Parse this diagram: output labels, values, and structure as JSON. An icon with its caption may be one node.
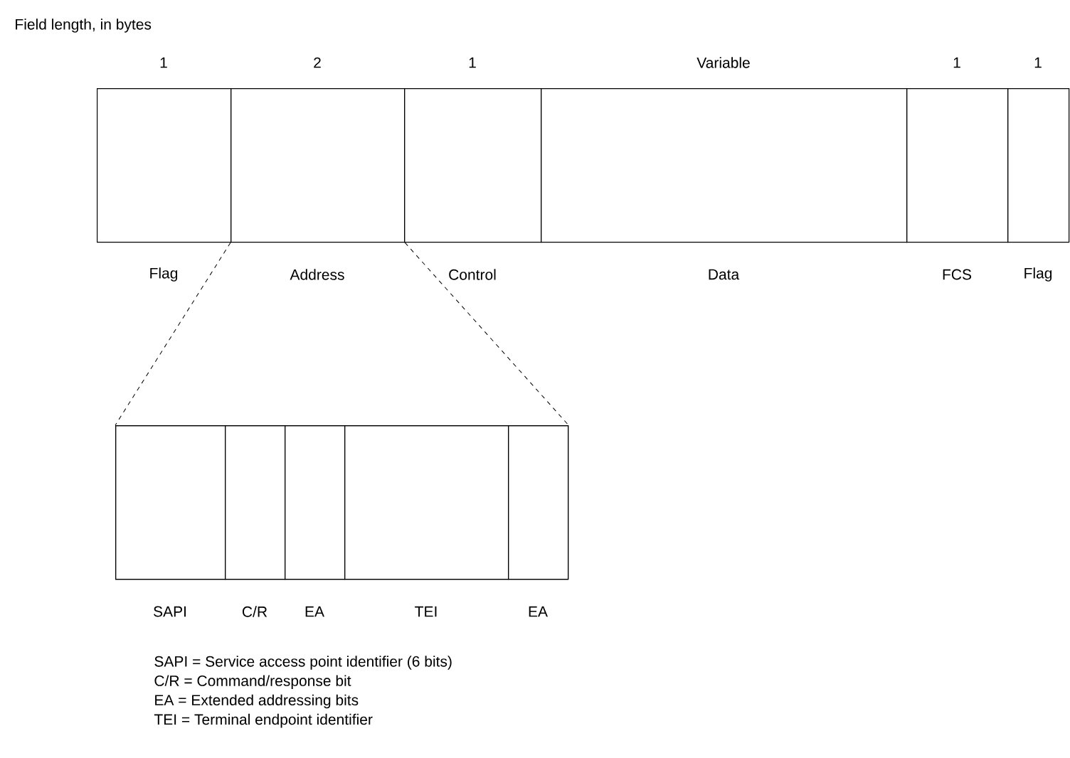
{
  "diagram": {
    "title": "Field length, in bytes",
    "nodes": [
      {
        "text": [
          "Flag"
        ],
        "beside": [
          "1"
        ]
      },
      {
        "text": [
          "Address"
        ],
        "beside": [
          "2"
        ]
      },
      {
        "text": [
          "Control"
        ],
        "beside": [
          "1"
        ]
      },
      {
        "text": [
          "Data"
        ],
        "beside": [
          "Variable"
        ]
      },
      {
        "text": [
          "FCS"
        ],
        "beside": [
          "1"
        ]
      },
      {
        "text": [
          "Flag"
        ],
        "beside": [
          "1"
        ]
      },
      {
        "text": [],
        "shape": "box"
      },
      {
        "text": [
          "SAPI"
        ],
        "in": 6
      },
      {
        "text": [
          "C/R"
        ],
        "in": 6
      },
      {
        "text": [
          "EA"
        ],
        "in": 6
      },
      {
        "text": [
          "TEI"
        ],
        "in": 6
      },
      {
        "text": [
          "EA"
        ],
        "in": 6
      }
    ],
    "edges": [
      {
        "from": 1,
        "to": 6,
        "arrow": "none",
        "style": "dashed"
      },
      {
        "from": 1,
        "to": 6,
        "arrow": "none",
        "style": "dashed"
      }
    ],
    "labels": [
      "SAPI = Service access point identifier (6 bits)",
      "C/R = Command/response bit",
      "EA = Extended addressing bits",
      "TEI = Terminal endpoint identifier"
    ]
  }
}
